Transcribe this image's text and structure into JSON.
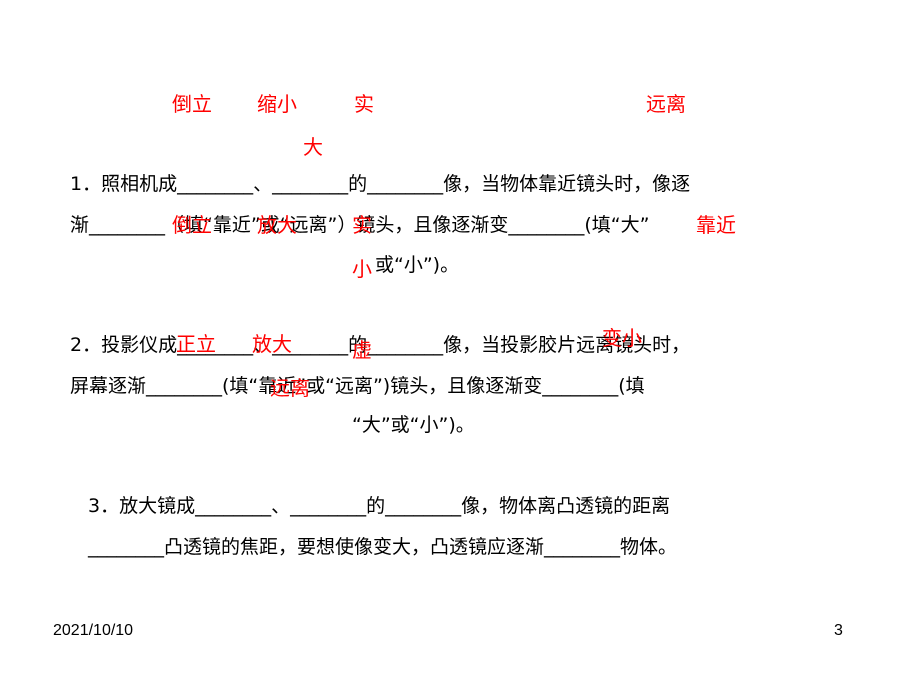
{
  "q1": {
    "line1": "1．照相机成________、________的________像，当物体靠近镜头时，像逐",
    "line2": "渐________（填“靠近”或“远离”）镜头，且像逐渐变________(填“大”",
    "line3": "或“小”)。",
    "answers": {
      "top1": "倒立",
      "top2": "缩小",
      "top3": "实",
      "top4": "远离",
      "top5": "大",
      "mid1": "倒立",
      "mid2": "放大",
      "mid3": "实",
      "mid4": "靠近",
      "mid5": "小"
    }
  },
  "q2": {
    "line1": "2．投影仪成________、________的________像，当投影胶片远离镜头时，",
    "line2": "屏幕逐渐________(填“靠近”或“远离”)镜头，且像逐渐变________(填",
    "line3": "“大”或“小”)。",
    "answers": {
      "a1": "正立",
      "a2": "放大",
      "a3": "虚",
      "a4": "变小",
      "a5": "远离"
    }
  },
  "q3": {
    "line1": "3．放大镜成________、________的________像，物体离凸透镜的距离",
    "line2": "________凸透镜的焦距，要想使像变大，凸透镜应逐渐________物体。"
  },
  "footer": {
    "date": "2021/10/10",
    "page": "3"
  }
}
